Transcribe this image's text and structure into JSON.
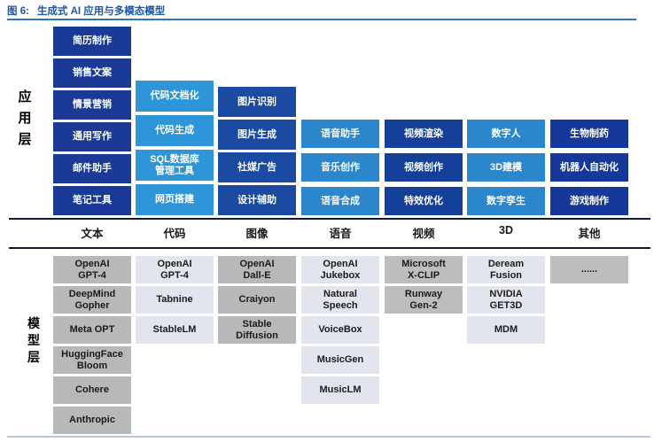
{
  "figure_title": {
    "prefix": "图 6:",
    "text": "生成式 AI 应用与多模态模型"
  },
  "app_layer": {
    "label": "应用层",
    "columns": [
      {
        "category": "文本",
        "color": "#1a3a96",
        "items": [
          "简历制作",
          "销售文案",
          "情景营销",
          "通用写作",
          "邮件助手",
          "笔记工具"
        ]
      },
      {
        "category": "代码",
        "color": "#2e95d8",
        "items": [
          "代码文档化",
          "代码生成",
          "SQL数据库\n管理工具",
          "网页搭建"
        ]
      },
      {
        "category": "图像",
        "color": "#1b4aa2",
        "items": [
          "图片识别",
          "图片生成",
          "社媒广告",
          "设计辅助"
        ]
      },
      {
        "category": "语音",
        "color": "#2b86cb",
        "items": [
          "语音助手",
          "音乐创作",
          "语音合成"
        ]
      },
      {
        "category": "视频",
        "color": "#15409a",
        "items": [
          "视频渲染",
          "视频创作",
          "特效优化"
        ]
      },
      {
        "category": "3D",
        "color": "#2b86cb",
        "items": [
          "数字人",
          "3D建模",
          "数字孪生"
        ]
      },
      {
        "category": "其他",
        "color": "#16389a",
        "items": [
          "生物制药",
          "机器人自动化",
          "游戏制作"
        ]
      }
    ]
  },
  "category_headers": [
    "文本",
    "代码",
    "图像",
    "语音",
    "视频",
    "3D",
    "其他"
  ],
  "model_layer": {
    "label": "模型层",
    "columns": [
      {
        "category": "文本",
        "color": "#b6b8b9",
        "items": [
          "OpenAI\nGPT-4",
          "DeepMind\nGopher",
          "Meta OPT",
          "HuggingFace\nBloom",
          "Cohere",
          "Anthropic"
        ]
      },
      {
        "category": "代码",
        "color": "#e2e5ee",
        "items": [
          "OpenAI\nGPT-4",
          "Tabnine",
          "StableLM"
        ]
      },
      {
        "category": "图像",
        "color": "#b6b8b9",
        "items": [
          "OpenAI\nDall-E",
          "Craiyon",
          "Stable\nDiffusion"
        ]
      },
      {
        "category": "语音",
        "color": "#e2e5ee",
        "items": [
          "OpenAI\nJukebox",
          "Natural\nSpeech",
          "VoiceBox",
          "MusicGen",
          "MusicLM"
        ]
      },
      {
        "category": "视频",
        "color": "#bcbdbe",
        "items": [
          "Microsoft\nX-CLIP",
          "Runway\nGen-2"
        ]
      },
      {
        "category": "3D",
        "color": "#e2e5ee",
        "items": [
          "Deream\nFusion",
          "NVIDIA\nGET3D",
          "MDM"
        ]
      },
      {
        "category": "其他",
        "color": "#bcbdbe",
        "items": [
          "......"
        ]
      }
    ]
  },
  "colors": {
    "title_text": "#2156a5",
    "title_rule": "#2e75b6",
    "separator": "#131a33",
    "bottom_rule": "#b9c7e2",
    "header_text": "#1a1a1a"
  }
}
